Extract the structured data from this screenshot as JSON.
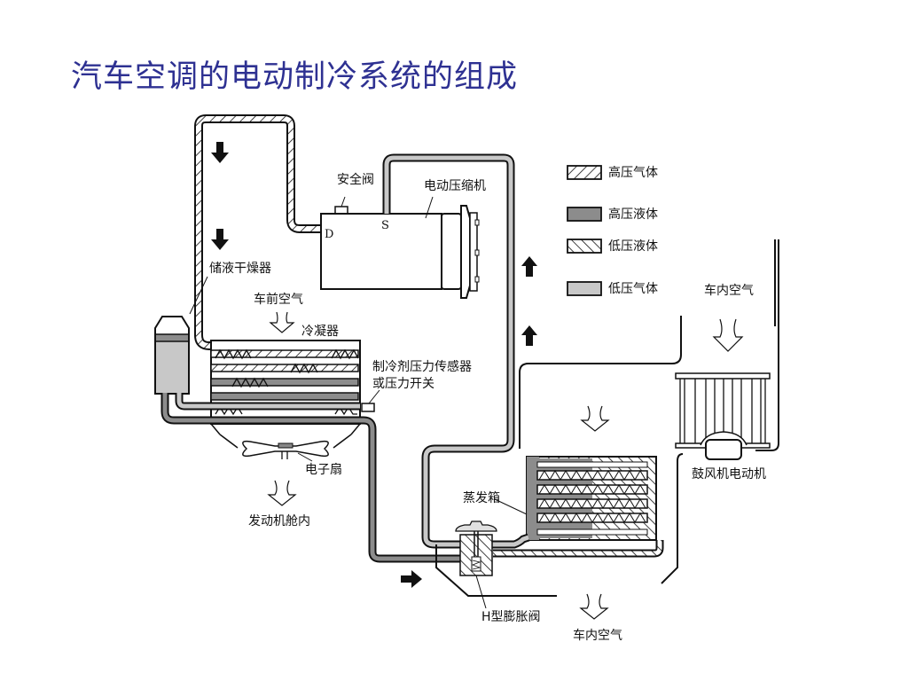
{
  "title": "汽车空调的电动制冷系统的组成",
  "legend": [
    {
      "label": "高压气体",
      "pattern": "hatch-forward",
      "color": "#ffffff"
    },
    {
      "label": "高压液体",
      "pattern": "solid",
      "color": "#8c8c8c"
    },
    {
      "label": "低压液体",
      "pattern": "hatch-backward",
      "color": "#ffffff"
    },
    {
      "label": "低压气体",
      "pattern": "solid",
      "color": "#c8c8c8"
    }
  ],
  "labels": {
    "safety_valve": "安全阀",
    "compressor": "电动压缩机",
    "port_d": "D",
    "port_s": "S",
    "receiver_drier": "储液干燥器",
    "front_air": "车前空气",
    "condenser": "冷凝器",
    "pressure_sensor_line1": "制冷剂压力传感器",
    "pressure_sensor_line2": "或压力开关",
    "electric_fan": "电子扇",
    "engine_bay": "发动机舱内",
    "evaporator": "蒸发箱",
    "expansion_valve": "H型膨胀阀",
    "cabin_air_bottom": "车内空气",
    "cabin_air_right": "车内空气",
    "blower_motor": "鼓风机电动机"
  },
  "colors": {
    "title": "#2e3192",
    "high_liquid": "#8c8c8c",
    "low_gas": "#c8c8c8",
    "line": "#111111"
  }
}
